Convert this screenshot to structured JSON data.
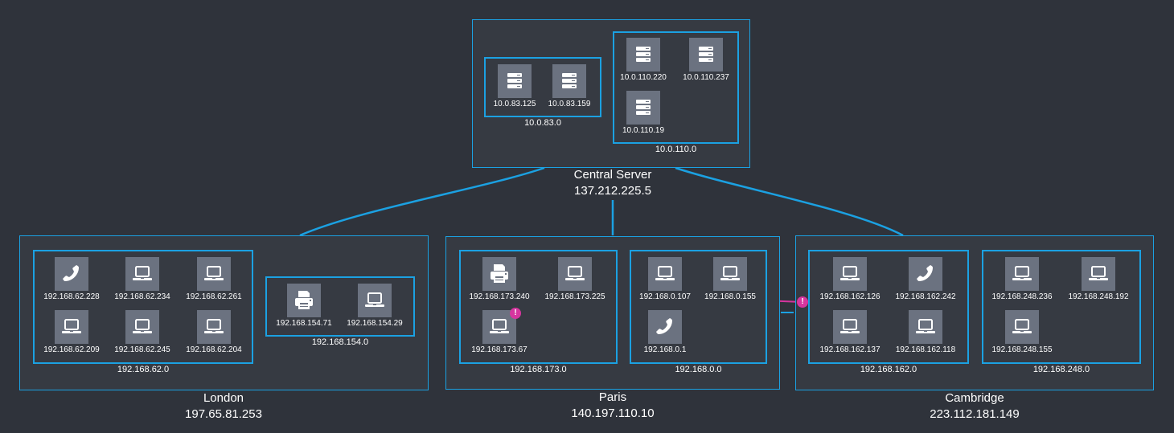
{
  "colors": {
    "background": "#2f333b",
    "group_border": "#1ba1e2",
    "node_fill": "#6b7280",
    "alert": "#d6359f",
    "faint_link": "#4a4f58"
  },
  "groups": [
    {
      "id": "central",
      "name": "Central Server",
      "ip": "137.212.225.5",
      "subnets": [
        {
          "id": "s10083",
          "label": "10.0.83.0",
          "nodes": [
            {
              "ip": "10.0.83.125",
              "icon": "server-icon"
            },
            {
              "ip": "10.0.83.159",
              "icon": "server-icon"
            }
          ]
        },
        {
          "id": "s100110",
          "label": "10.0.110.0",
          "nodes": [
            {
              "ip": "10.0.110.220",
              "icon": "server-icon"
            },
            {
              "ip": "10.0.110.237",
              "icon": "server-icon"
            },
            {
              "ip": "10.0.110.19",
              "icon": "server-icon"
            }
          ]
        }
      ]
    },
    {
      "id": "london",
      "name": "London",
      "ip": "197.65.81.253",
      "subnets": [
        {
          "id": "s19216862",
          "label": "192.168.62.0",
          "nodes": [
            {
              "ip": "192.168.62.228",
              "icon": "phone-icon"
            },
            {
              "ip": "192.168.62.234",
              "icon": "laptop-icon"
            },
            {
              "ip": "192.168.62.261",
              "icon": "laptop-icon"
            },
            {
              "ip": "192.168.62.209",
              "icon": "laptop-icon"
            },
            {
              "ip": "192.168.62.245",
              "icon": "laptop-icon"
            },
            {
              "ip": "192.168.62.204",
              "icon": "laptop-icon"
            }
          ]
        },
        {
          "id": "s192168154",
          "label": "192.168.154.0",
          "nodes": [
            {
              "ip": "192.168.154.71",
              "icon": "printer-icon"
            },
            {
              "ip": "192.168.154.29",
              "icon": "laptop-icon"
            }
          ]
        }
      ]
    },
    {
      "id": "paris",
      "name": "Paris",
      "ip": "140.197.110.10",
      "subnets": [
        {
          "id": "s192168173",
          "label": "192.168.173.0",
          "nodes": [
            {
              "ip": "192.168.173.240",
              "icon": "printer-icon"
            },
            {
              "ip": "192.168.173.225",
              "icon": "laptop-icon"
            },
            {
              "ip": "192.168.173.67",
              "icon": "laptop-icon",
              "alert": "!"
            }
          ]
        },
        {
          "id": "s1921680",
          "label": "192.168.0.0",
          "nodes": [
            {
              "ip": "192.168.0.107",
              "icon": "laptop-icon"
            },
            {
              "ip": "192.168.0.155",
              "icon": "laptop-icon"
            },
            {
              "ip": "192.168.0.1",
              "icon": "phone-icon"
            }
          ]
        }
      ]
    },
    {
      "id": "cambridge",
      "name": "Cambridge",
      "ip": "223.112.181.149",
      "subnets": [
        {
          "id": "s192168162",
          "label": "192.168.162.0",
          "nodes": [
            {
              "ip": "192.168.162.126",
              "icon": "laptop-icon"
            },
            {
              "ip": "192.168.162.242",
              "icon": "phone-icon"
            },
            {
              "ip": "192.168.162.137",
              "icon": "laptop-icon"
            },
            {
              "ip": "192.168.162.118",
              "icon": "laptop-icon"
            }
          ]
        },
        {
          "id": "s192168248",
          "label": "192.168.248.0",
          "nodes": [
            {
              "ip": "192.168.248.236",
              "icon": "laptop-icon"
            },
            {
              "ip": "192.168.248.192",
              "icon": "laptop-icon"
            },
            {
              "ip": "192.168.248.155",
              "icon": "laptop-icon"
            }
          ]
        }
      ]
    }
  ],
  "alert_link": {
    "from": "192.168.0.155",
    "to": "192.168.162.137",
    "badge": "!"
  }
}
